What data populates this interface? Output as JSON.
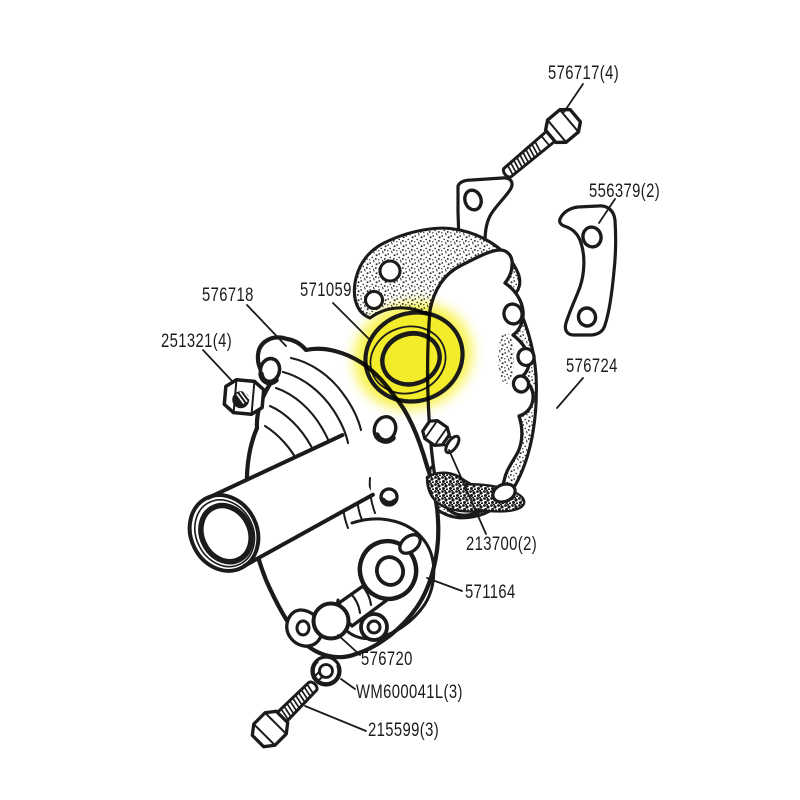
{
  "diagram": {
    "type": "exploded-parts-diagram",
    "subject": "water pump assembly",
    "background_color": "#ffffff",
    "line_color": "#1b1b1b",
    "highlight_color": "#f2ec2a",
    "highlighted_part": "571059",
    "parts": [
      {
        "label": "576717(4)",
        "name": "hex-bolt-top"
      },
      {
        "label": "556379(2)",
        "name": "clamp-bracket"
      },
      {
        "label": "576718",
        "name": "pump-body"
      },
      {
        "label": "571059",
        "name": "seal-ring-highlighted"
      },
      {
        "label": "251321(4)",
        "name": "hex-nut"
      },
      {
        "label": "576724",
        "name": "backing-plate"
      },
      {
        "label": "213700(2)",
        "name": "small-stud-bolt"
      },
      {
        "label": "571164",
        "name": "cover-flange"
      },
      {
        "label": "576720",
        "name": "ball-fitting"
      },
      {
        "label": "WM600041L(3)",
        "name": "spring-washer"
      },
      {
        "label": "215599(3)",
        "name": "hex-bolt-bottom"
      }
    ]
  }
}
